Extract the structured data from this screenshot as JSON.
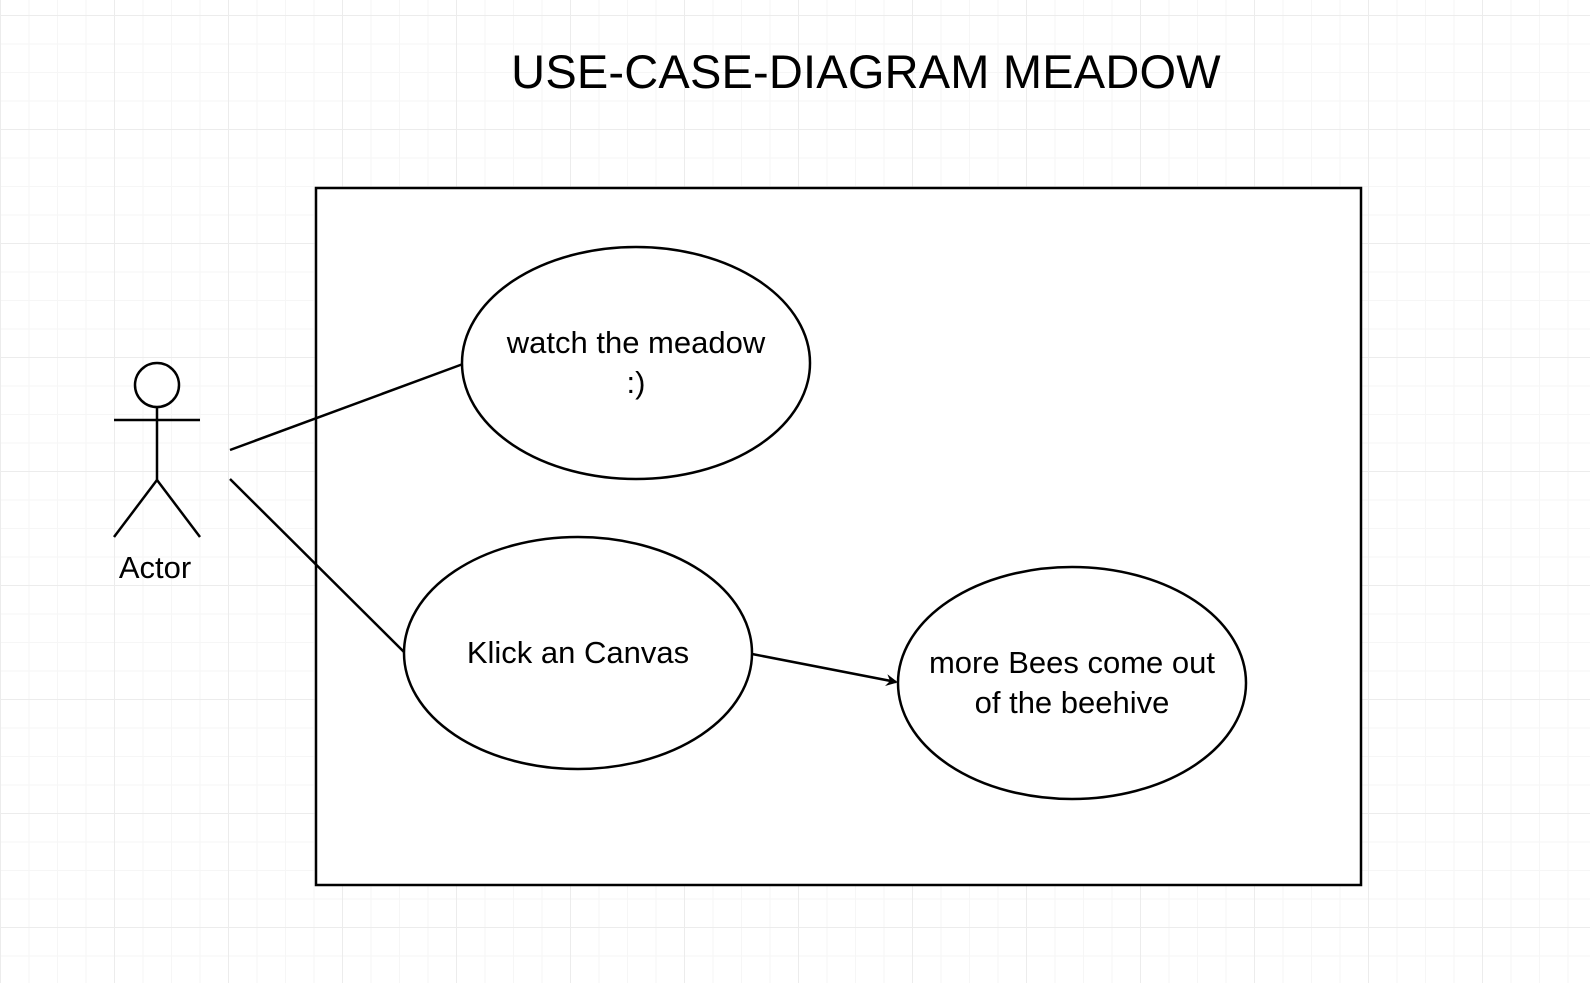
{
  "diagram": {
    "title": "USE-CASE-DIAGRAM MEADOW",
    "actor": {
      "label": "Actor"
    },
    "use_cases": {
      "watch": {
        "line1": "watch the meadow",
        "line2": ":)"
      },
      "klick": {
        "label": "Klick an Canvas"
      },
      "bees": {
        "line1": "more Bees come out",
        "line2": "of the beehive"
      }
    },
    "colors": {
      "stroke": "#000000",
      "fill": "#ffffff",
      "grid": "#ececec"
    }
  }
}
